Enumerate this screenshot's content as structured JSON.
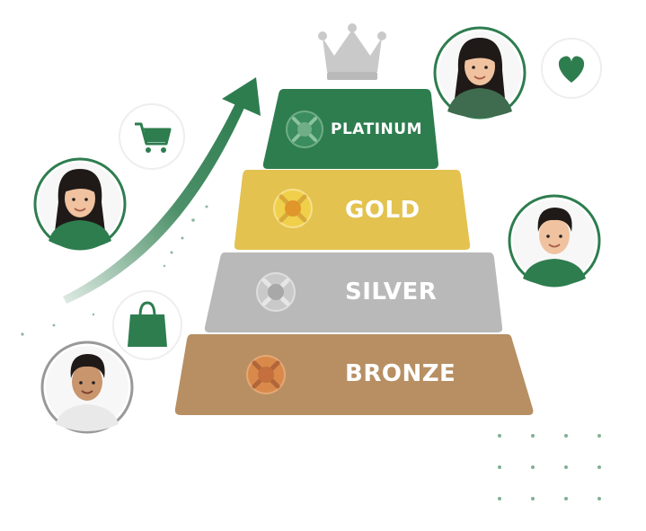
{
  "tiers": {
    "platinum": {
      "label": "PLATINUM",
      "color": "#2e7d4f"
    },
    "gold": {
      "label": "GOLD",
      "color": "#e3c24f"
    },
    "silver": {
      "label": "SILVER",
      "color": "#b9b9b9"
    },
    "bronze": {
      "label": "BRONZE",
      "color": "#b78f63"
    }
  },
  "colors": {
    "brand_green": "#2e7d4f",
    "crown": "#c7c7c7",
    "skin": "#f0c29f",
    "hair": "#1f1a17"
  },
  "icons": [
    "crown-icon",
    "heart-icon",
    "shopping-cart-icon",
    "shopping-bag-icon",
    "growth-arrow-icon"
  ]
}
